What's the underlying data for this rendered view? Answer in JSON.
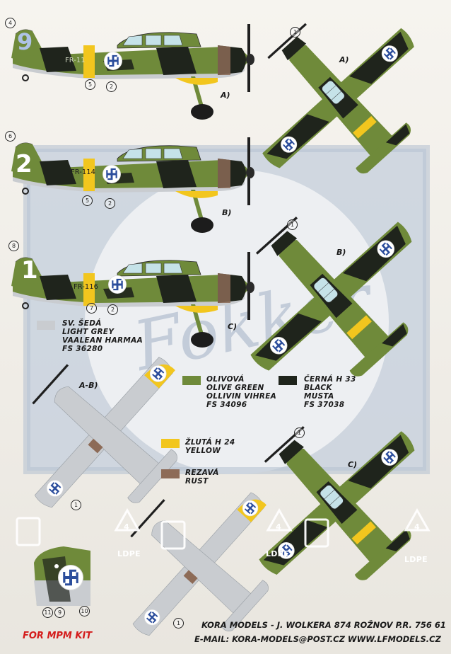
{
  "variants": {
    "a_side": "A)",
    "a_top": "A)",
    "b_side": "B)",
    "b_top": "B)",
    "c_side": "C)",
    "c_top": "C)",
    "ab_bottom": "A-B)"
  },
  "side_profiles": [
    {
      "tail_number": "9",
      "registration": "FR-11",
      "callouts": [
        "4",
        "5",
        "2"
      ]
    },
    {
      "tail_number": "2",
      "registration": "FR-114",
      "callouts": [
        "6",
        "5",
        "2"
      ]
    },
    {
      "tail_number": "1",
      "registration": "FR-116",
      "callouts": [
        "8",
        "7",
        "2"
      ]
    }
  ],
  "top_callouts": [
    "1",
    "1",
    "1",
    "1",
    "1"
  ],
  "detail_callouts": [
    "11",
    "9",
    "10"
  ],
  "legend": {
    "light_grey": [
      "SV. ŠEDÁ",
      "LIGHT GREY",
      "VAALEAN HARMAA",
      "FS 36280"
    ],
    "olive_green": [
      "OLIVOVÁ",
      "OLIVE GREEN",
      "OLLIVIN VIHREA",
      "FS 34096"
    ],
    "black": [
      "ČERNÁ H 33",
      "BLACK",
      "MUSTA",
      "FS 37038"
    ],
    "yellow": [
      "ŽLUTÁ H 24",
      "YELLOW"
    ],
    "rust": [
      "REZAVÁ",
      "RUST"
    ]
  },
  "colors": {
    "light_grey": "#c9ccd0",
    "olive_green": "#6f8a3a",
    "black": "#1f241c",
    "yellow": "#f2c61e",
    "rust": "#8d6b57",
    "roundel_blue": "#2b4d9c",
    "kit_red": "#d41b1b"
  },
  "recycling": [
    {
      "number": "4",
      "label": "LDPE"
    },
    {
      "number": "4",
      "label": "LDPE"
    },
    {
      "number": "4",
      "label": "LDPE"
    }
  ],
  "watermark_text": "Fokker",
  "footer": {
    "line1": "KORA MODELS -  J. WOLKERA 874 ROŽNOV P.R. 756 61",
    "line2": "E-MAIL: KORA-MODELS@POST.CZ     WWW.LFMODELS.CZ",
    "kit": "FOR MPM KIT"
  }
}
